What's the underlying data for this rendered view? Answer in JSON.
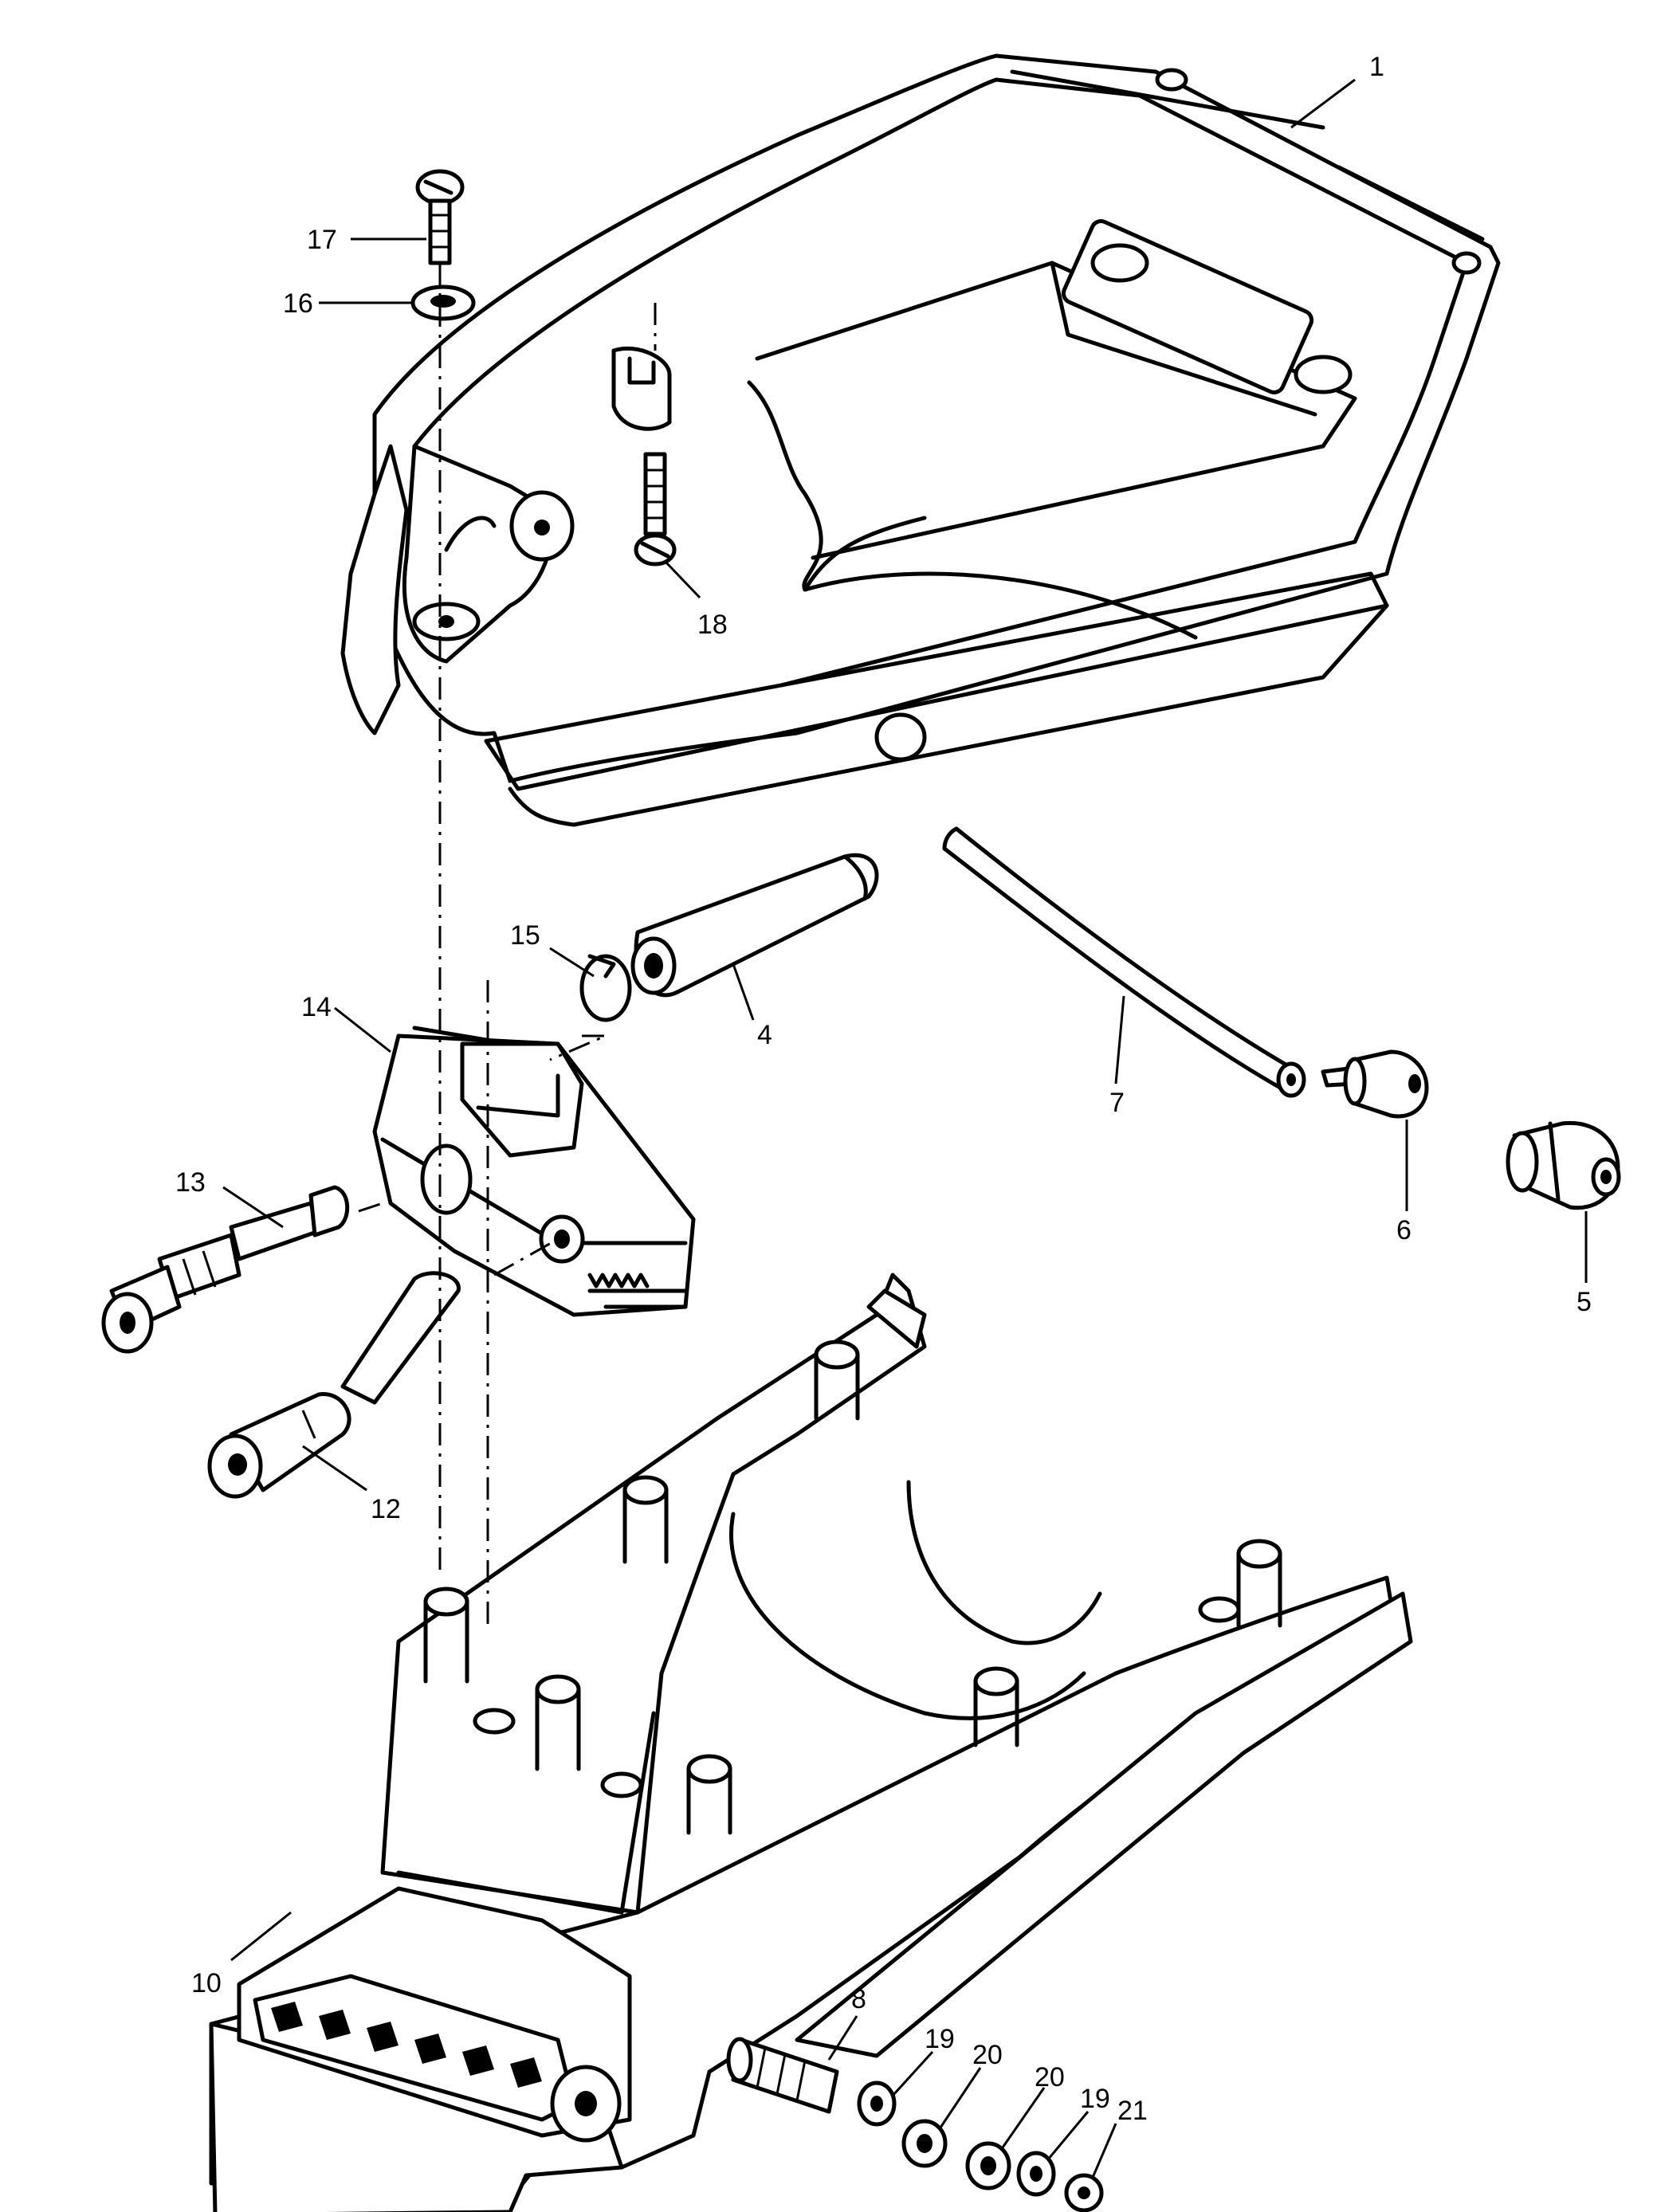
{
  "callouts": [
    {
      "id": "1",
      "label": "1"
    },
    {
      "id": "4",
      "label": "4"
    },
    {
      "id": "5",
      "label": "5"
    },
    {
      "id": "6",
      "label": "6"
    },
    {
      "id": "7",
      "label": "7"
    },
    {
      "id": "8",
      "label": "8"
    },
    {
      "id": "10",
      "label": "10"
    },
    {
      "id": "12",
      "label": "12"
    },
    {
      "id": "13",
      "label": "13"
    },
    {
      "id": "14",
      "label": "14"
    },
    {
      "id": "15",
      "label": "15"
    },
    {
      "id": "16",
      "label": "16"
    },
    {
      "id": "17",
      "label": "17"
    },
    {
      "id": "18",
      "label": "18"
    },
    {
      "id": "19a",
      "label": "19"
    },
    {
      "id": "19b",
      "label": "19"
    },
    {
      "id": "20a",
      "label": "20"
    },
    {
      "id": "20b",
      "label": "20"
    },
    {
      "id": "21",
      "label": "21"
    }
  ]
}
